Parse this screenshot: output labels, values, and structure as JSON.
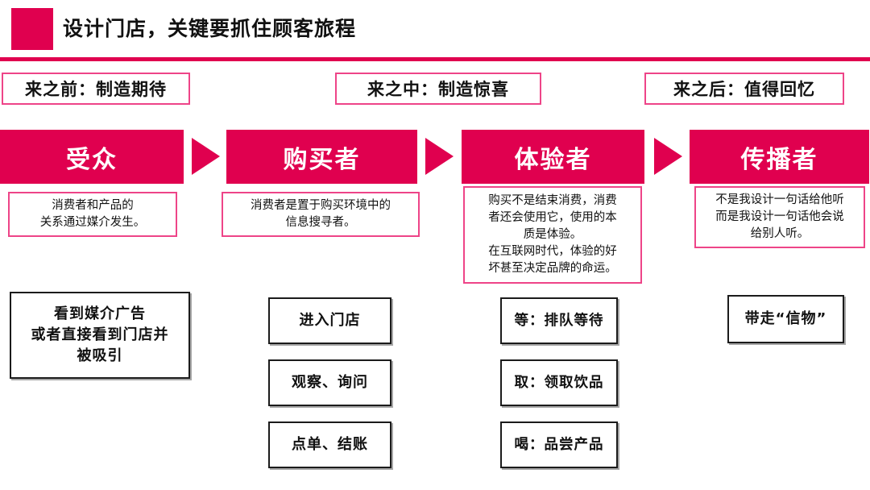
{
  "header": {
    "accent_color": "#E0004F",
    "title": "设计门店，关键要抓住顾客旅程"
  },
  "phases": [
    {
      "label": "来之前：制造期待"
    },
    {
      "label": "来之中：制造惊喜"
    },
    {
      "label": "来之后：值得回忆"
    }
  ],
  "stages": [
    {
      "name": "受众",
      "description": "消费者和产品的\n关系通过媒介发生。",
      "activities": [
        {
          "label": "看到媒介广告\n或者直接看到门店并\n被吸引"
        }
      ]
    },
    {
      "name": "购买者",
      "description": "消费者是置于购买环境中的\n信息搜寻者。",
      "activities": [
        {
          "label": "进入门店"
        },
        {
          "label": "观察、询问"
        },
        {
          "label": "点单、结账"
        }
      ]
    },
    {
      "name": "体验者",
      "description": "购买不是结束消费，消费\n者还会使用它，使用的本\n质是体验。\n在互联网时代，体验的好\n坏甚至决定品牌的命运。",
      "activities": [
        {
          "label": "等：排队等待"
        },
        {
          "label": "取：领取饮品"
        },
        {
          "label": "喝：品尝产品"
        }
      ]
    },
    {
      "name": "传播者",
      "description": "不是我设计一句话给他听\n而是我设计一句话他会说\n给别人听。",
      "activities": [
        {
          "label": "带走“信物”"
        }
      ]
    }
  ],
  "arrows": [
    {
      "name": "arrow-1"
    },
    {
      "name": "arrow-2"
    },
    {
      "name": "arrow-3"
    }
  ]
}
